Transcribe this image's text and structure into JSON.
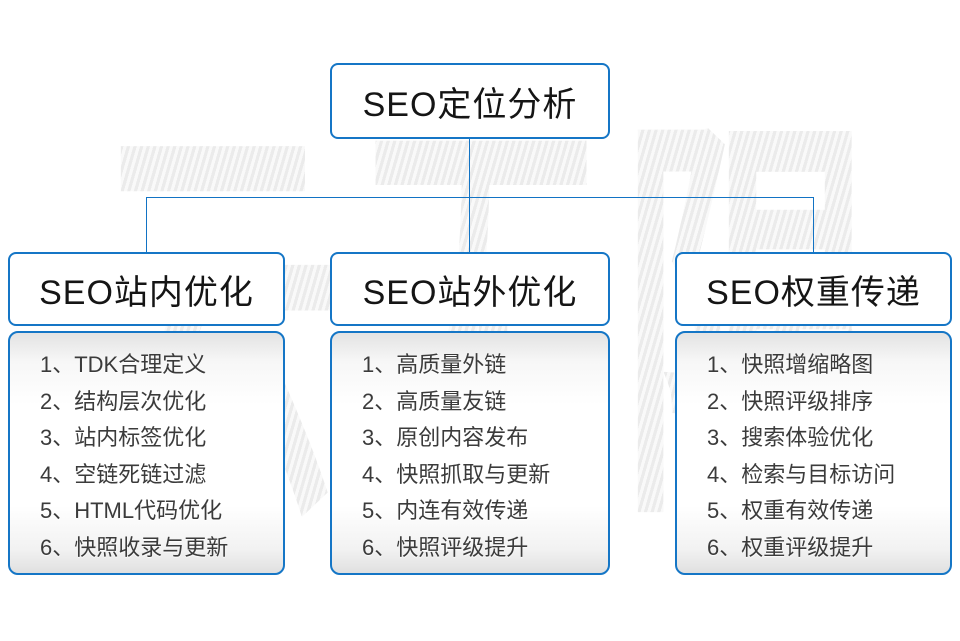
{
  "diagram": {
    "title": "SEO定位分析",
    "watermark": "云无限",
    "colors": {
      "accent_border": "#1576c6",
      "connector_line": "#1273c4",
      "list_text": "#3b3b3b",
      "heading_text": "#151515"
    },
    "columns": [
      {
        "title": "SEO站内优化",
        "items": [
          "1、TDK合理定义",
          "2、结构层次优化",
          "3、站内标签优化",
          "4、空链死链过滤",
          "5、HTML代码优化",
          "6、快照收录与更新"
        ]
      },
      {
        "title": "SEO站外优化",
        "items": [
          "1、高质量外链",
          "2、高质量友链",
          "3、原创内容发布",
          "4、快照抓取与更新",
          "5、内连有效传递",
          "6、快照评级提升"
        ]
      },
      {
        "title": "SEO权重传递",
        "items": [
          "1、快照增缩略图",
          "2、快照评级排序",
          "3、搜索体验优化",
          "4、检索与目标访问",
          "5、权重有效传递",
          "6、权重评级提升"
        ]
      }
    ]
  }
}
